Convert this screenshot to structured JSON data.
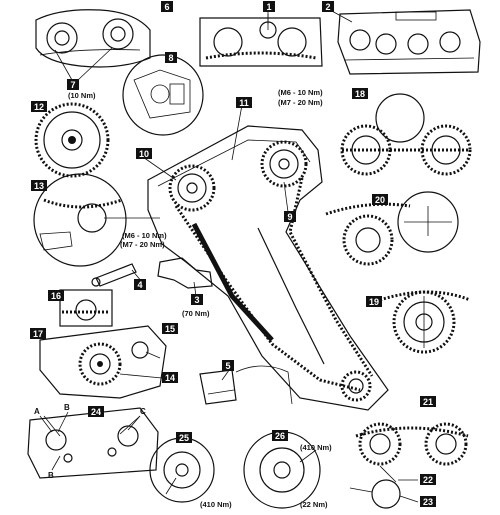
{
  "callouts": [
    "1",
    "2",
    "3",
    "4",
    "5",
    "6",
    "7",
    "8",
    "9",
    "10",
    "11",
    "12",
    "13",
    "14",
    "15",
    "16",
    "17",
    "18",
    "19",
    "20",
    "21",
    "22",
    "23",
    "24",
    "25",
    "26"
  ],
  "torques": {
    "t7": "(10 Nm)",
    "t9a": "(M6 - 10 Nm)",
    "t9b": "(M7 - 20 Nm)",
    "t13a": "(M6 - 10 Nm)",
    "t13b": "(M7 - 20 Nm)",
    "t3": "(70 Nm)",
    "t25": "(410 Nm)",
    "t26a": "(410 Nm)",
    "t26b": "(22 Nm)"
  },
  "letters": {
    "a": "A",
    "b1": "B",
    "b2": "B",
    "c": "C"
  }
}
